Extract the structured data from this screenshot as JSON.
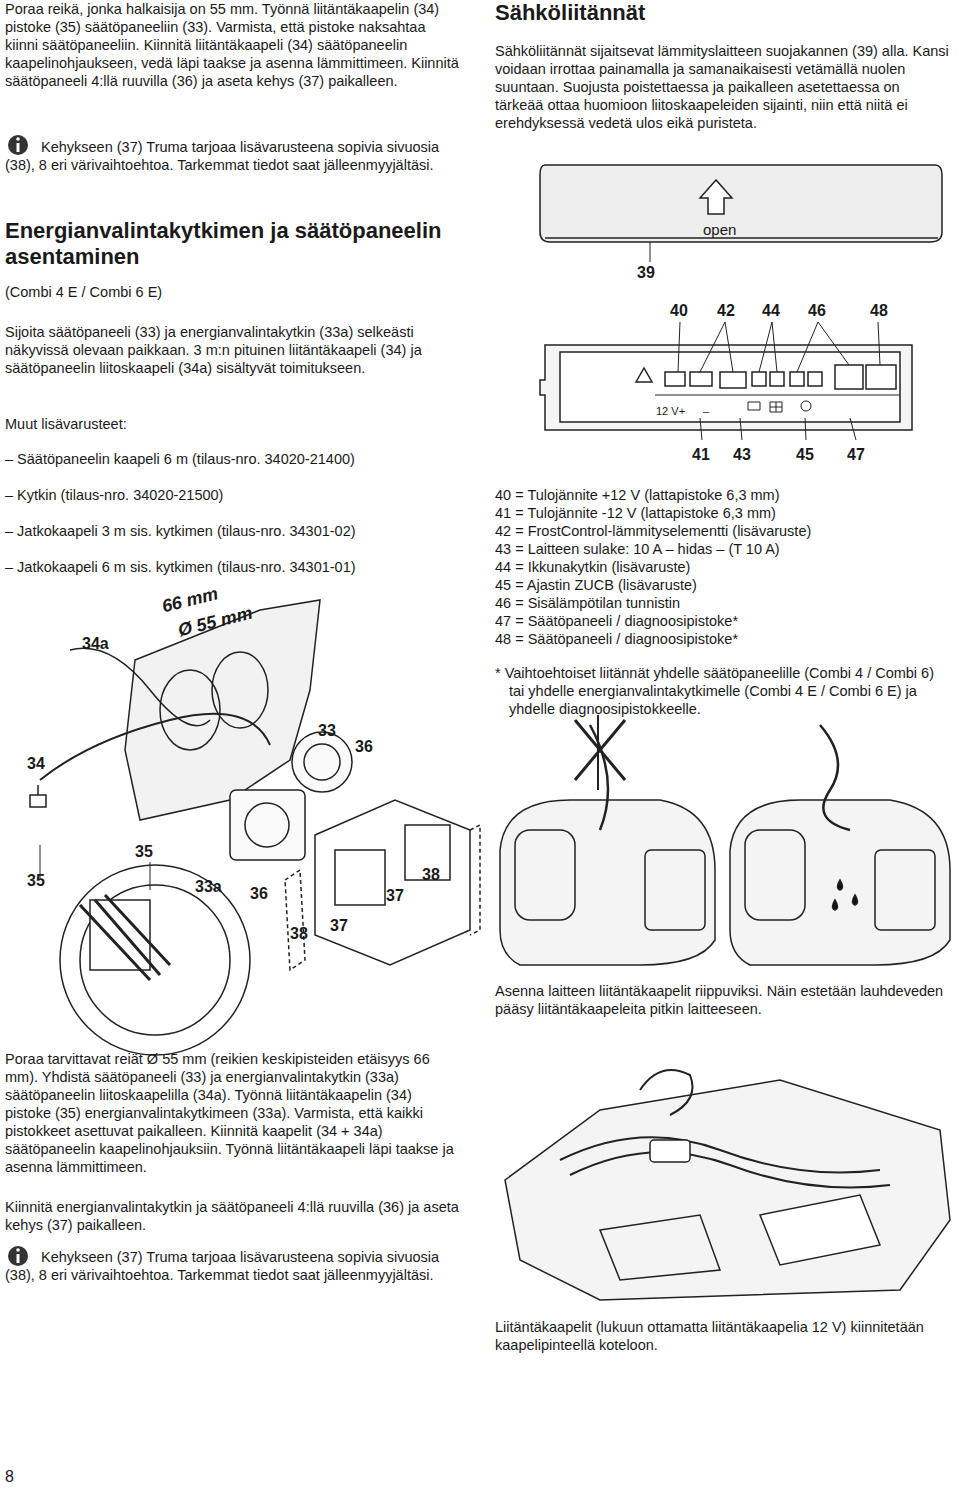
{
  "diagram": {
    "labels": [
      "Poraa reikä, jonka halkaisija on 55 mm. Työnnä liitäntäkaapelin (34) pistoke (35) säätöpaneeliin (33). Varmista, että pistoke naksahtaa kiinni säätöpaneeliin. Kiinnitä liitäntäkaapeli (34) säätöpaneelin kaapelinohjaukseen, vedä läpi taakse ja asenna lämmittimeen. Kiinnitä säätöpaneeli 4:llä ruuvilla (36) ja aseta kehys (37) paikalleen.",
      "Kehykseen (37) Truma tarjoaa lisävarusteena sopivia sivuosia (38), 8 eri värivaihtoehtoa. Tarkemmat tiedot saat jälleenmyyjältäsi.",
      "Energianvalintakytkimen ja säätöpaneelin asentaminen",
      "(Combi 4 E / Combi 6 E)",
      "Sijoita säätöpaneeli (33) ja energianvalintakytkin (33a) selkeästi näkyvissä olevaan paikkaan. 3 m:n pituinen liitäntäkaapeli (34) ja säätöpaneelin liitoskaapeli (34a) sisältyvät toimitukseen.",
      "Muut lisävarusteet:",
      "– Säätöpaneelin kaapeli 6 m (tilaus-nro. 34020-21400)",
      "– Kytkin (tilaus-nro. 34020-21500)",
      "– Jatkokaapeli 3 m sis. kytkimen (tilaus-nro. 34301-02)",
      "– Jatkokaapeli 6 m sis. kytkimen (tilaus-nro. 34301-01)",
      "66 mm",
      "Ø 55 mm",
      "34a",
      "34",
      "33",
      "36",
      "35",
      "35",
      "33a",
      "36",
      "38",
      "37",
      "37",
      "38",
      "Poraa tarvittavat reiät Ø 55 mm (reikien keskipisteiden etäisyys 66 mm). Yhdistä säätöpaneeli (33) ja energianvalintakytkin (33a) säätöpaneelin liitoskaapelilla (34a). Työnnä liitäntäkaapelin (34) pistoke (35) energianvalintakytkimeen (33a). Varmista, että kaikki pistokkeet asettuvat paikalleen. Kiinnitä kaapelit (34 + 34a) säätöpaneelin kaapelinohjauksiin. Työnnä liitäntäkaapeli läpi taakse ja asenna lämmittimeen.",
      "Kiinnitä energianvalintakytkin ja säätöpaneeli 4:llä ruuvilla (36) ja aseta kehys (37) paikalleen.",
      "Kehykseen (37) Truma tarjoaa lisävarusteena sopivia sivuosia (38), 8 eri värivaihtoehtoa. Tarkemmat tiedot saat jälleenmyyjältäsi.",
      "8",
      "Sähköliitännät",
      "Sähköliitännät sijaitsevat lämmityslaitteen suojakannen (39) alla. Kansi voidaan irrottaa painamalla ja samanaikaisesti vetämällä nuolen suuntaan. Suojusta poistettaessa ja paikalleen asetettaessa on tärkeää ottaa huomioon liitoskaapeleiden sijainti, niin että niitä ei erehdyksessä vedetä ulos eikä puristeta.",
      "open",
      "39",
      "40",
      "42",
      "44",
      "46",
      "48",
      "12 V+",
      "–",
      "41",
      "43",
      "45",
      "47",
      "40 = Tulojännite +12 V (lattapistoke 6,3 mm)",
      "41 = Tulojännite -12 V (lattapistoke 6,3 mm)",
      "42 = FrostControl-lämmityselementti (lisävaruste)",
      "43 = Laitteen sulake: 10 A – hidas – (T 10 A)",
      "44 = Ikkunakytkin (lisävaruste)",
      "45 = Ajastin ZUCB (lisävaruste)",
      "46 = Sisälämpötilan tunnistin",
      "47 = Säätöpaneeli / diagnoosipistoke*",
      "48 = Säätöpaneeli / diagnoosipistoke*",
      "* Vaihtoehtoiset liitännät yhdelle säätöpaneelille (Combi 4 / Combi 6) tai yhdelle energianvalintakytkimelle (Combi 4 E / Combi 6 E) ja yhdelle diagnoosipistokkeelle.",
      "Asenna laitteen liitäntäkaapelit riippuviksi. Näin estetään lauhdeveden pääsy liitäntäkaapeleita pitkin laitteeseen.",
      "Liitäntäkaapelit (lukuun ottamatta liitäntäkaapelia 12 V) kiinnitetään kaapelipinteellä koteloon."
    ]
  }
}
